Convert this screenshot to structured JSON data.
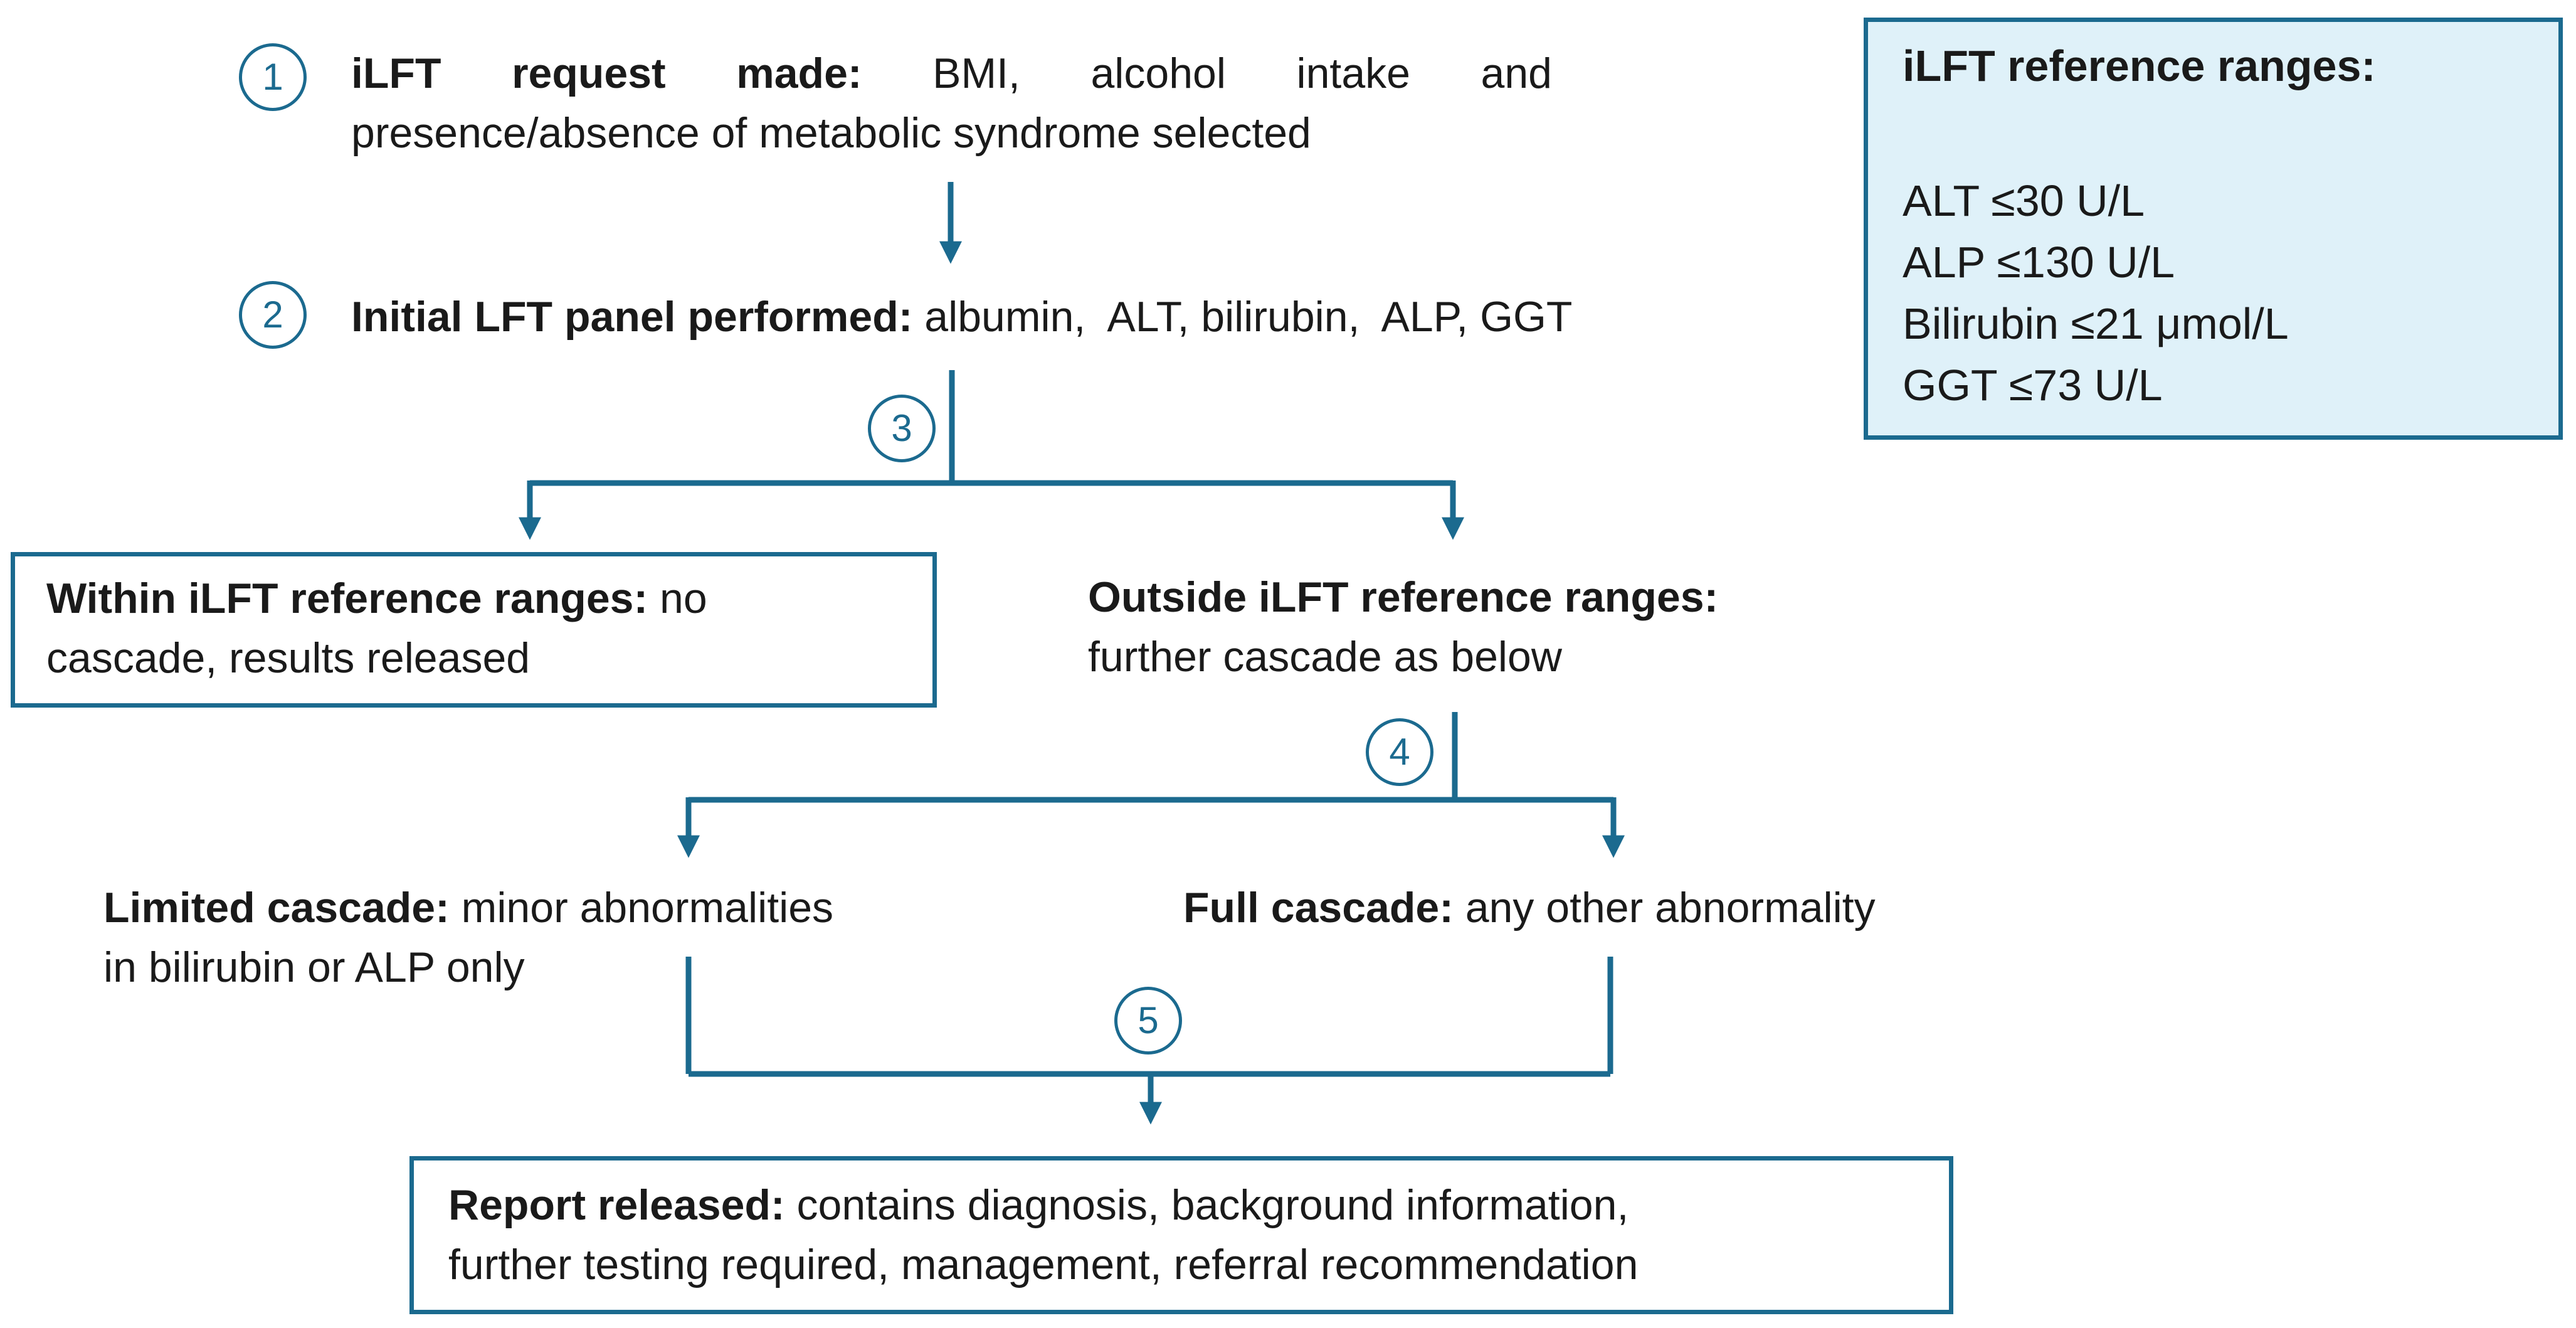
{
  "steps": [
    {
      "number": "1",
      "bold": "iLFT request made:",
      "text": " BMI, alcohol intake and presence/absence of metabolic syndrome selected"
    },
    {
      "number": "2",
      "bold": "Initial LFT panel performed:",
      "text": " albumin,  ALT, bilirubin,  ALP, GGT"
    },
    {
      "number": "3"
    },
    {
      "number": "4"
    },
    {
      "number": "5"
    }
  ],
  "outcomes": {
    "within": {
      "bold": "Within iLFT reference ranges:",
      "text": " no\ncascade, results released"
    },
    "outside": {
      "bold": "Outside iLFT reference ranges:",
      "text": "\nfurther cascade as below"
    },
    "limited": {
      "bold": "Limited cascade:",
      "text": " minor abnormalities\nin bilirubin  or ALP only"
    },
    "full": {
      "bold": "Full cascade:",
      "text": " any other abnormality"
    },
    "report": {
      "bold": "Report released:",
      "text": " contains diagnosis, background information,\nfurther testing required, management,  referral recommendation"
    }
  },
  "reference_ranges": {
    "title": "iLFT reference ranges:",
    "items": [
      "ALT ≤30 U/L",
      "ALP ≤130 U/L",
      "Bilirubin ≤21 μmol/L",
      "GGT ≤73 U/L"
    ]
  },
  "colors": {
    "accent": "#1b6a8f",
    "reference_box_fill": "#dff1f9",
    "text": "#1a1a1a"
  }
}
